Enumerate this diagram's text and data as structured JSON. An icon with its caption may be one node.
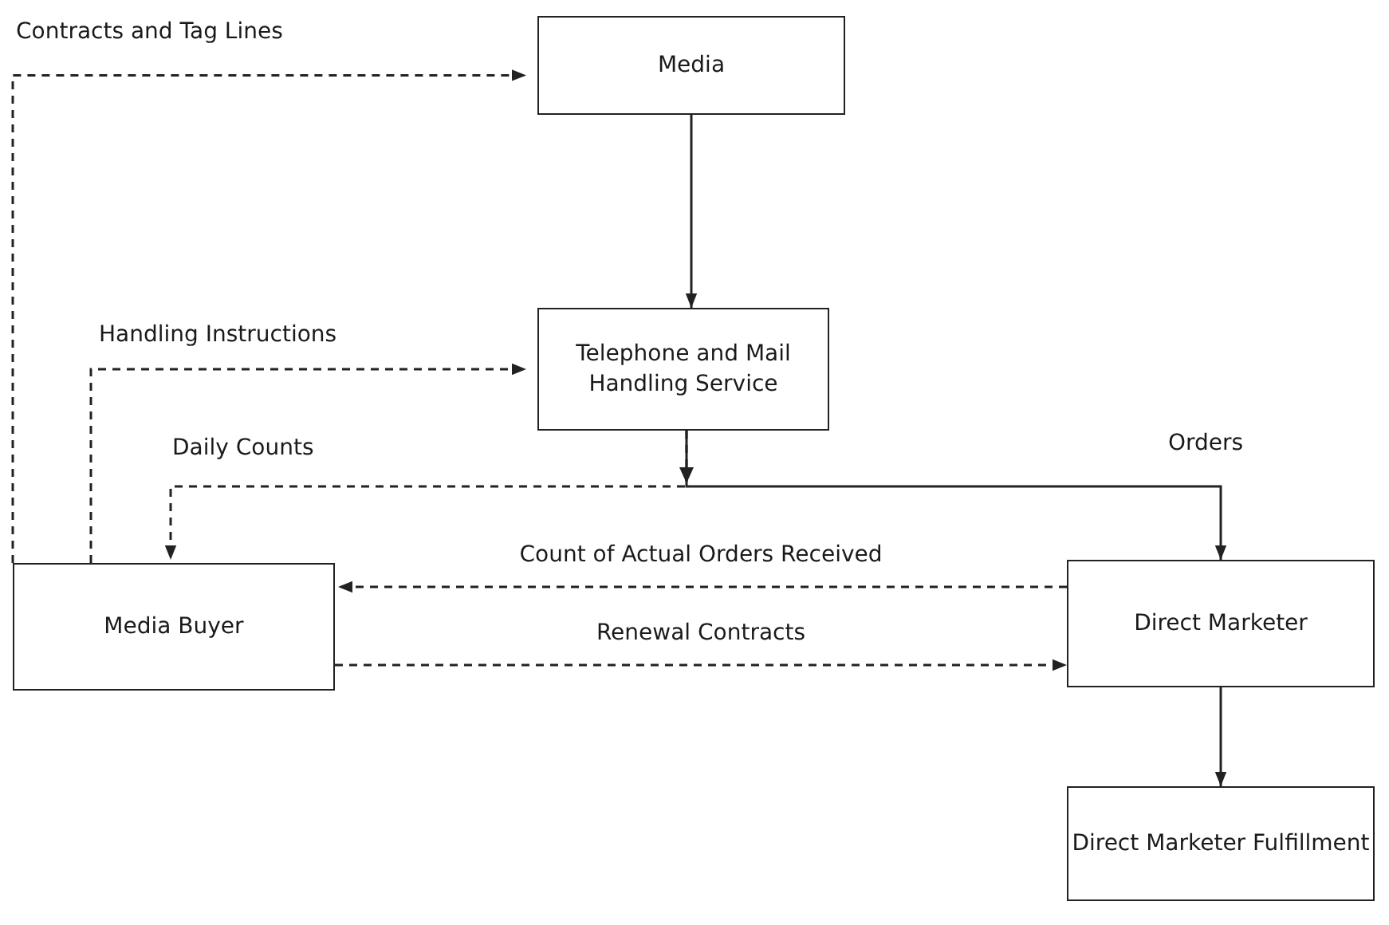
{
  "diagram": {
    "nodes": [
      {
        "text": [
          "Media"
        ]
      },
      {
        "text": [
          "Telephone and Mail Handling Service"
        ]
      },
      {
        "text": [
          "Media Buyer"
        ]
      },
      {
        "text": [
          "Direct Marketer"
        ]
      },
      {
        "text": [
          "Direct Marketer Fulfillment"
        ]
      }
    ],
    "edges": [
      {
        "from": 2,
        "to": 0,
        "arrow": "to",
        "label": "Contracts and Tag Lines",
        "style": "dashed"
      },
      {
        "from": 2,
        "to": 1,
        "arrow": "to",
        "label": "Handling Instructions",
        "style": "dashed"
      },
      {
        "from": 0,
        "to": 1,
        "arrow": "to"
      },
      {
        "from": 1,
        "to": 3,
        "arrow": "to",
        "label": "Orders"
      },
      {
        "from": 1,
        "to": 2,
        "arrow": "to",
        "label": "Daily Counts",
        "style": "dashed"
      },
      {
        "from": 3,
        "to": 2,
        "arrow": "to",
        "label": "Count of Actual Orders Received",
        "style": "dashed"
      },
      {
        "from": 2,
        "to": 3,
        "arrow": "to",
        "label": "Renewal Contracts",
        "style": "dashed"
      },
      {
        "from": 3,
        "to": 4,
        "arrow": "to"
      }
    ]
  }
}
